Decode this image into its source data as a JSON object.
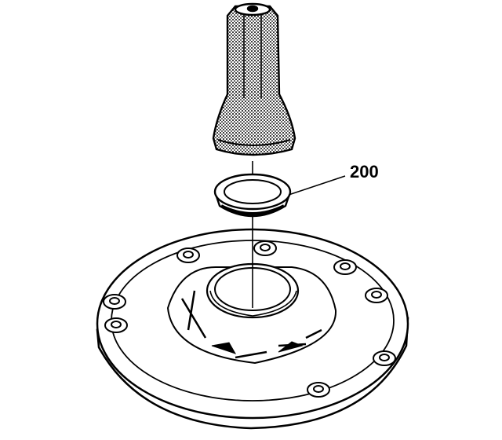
{
  "diagram": {
    "callouts": [
      {
        "id": "seal",
        "label": "200"
      }
    ],
    "colors": {
      "ink": "#000000",
      "paper": "#ffffff",
      "stipple": "#3a3a3a"
    },
    "parts": [
      "installer-tool",
      "seal-ring",
      "housing-plate"
    ]
  }
}
